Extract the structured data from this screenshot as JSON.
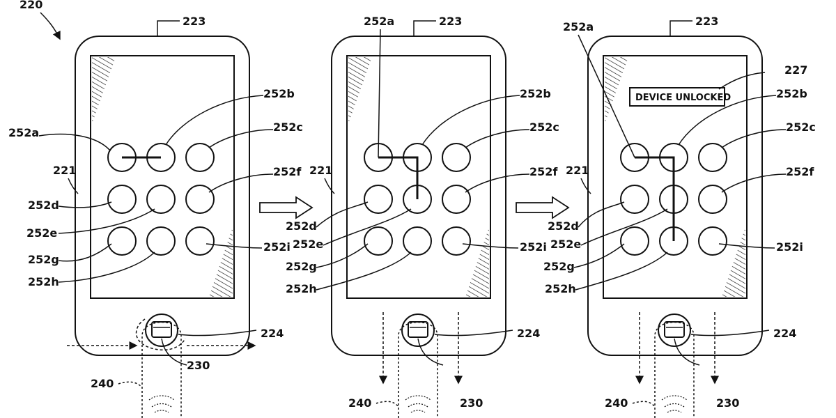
{
  "figure_ref": "220",
  "labels": {
    "housing": "223",
    "body": "221",
    "home_button": "224",
    "sensor": "230",
    "finger": "240",
    "banner_ref": "227",
    "dots": [
      "252a",
      "252b",
      "252c",
      "252d",
      "252e",
      "252f",
      "252g",
      "252h",
      "252i"
    ]
  },
  "banner_text": "DEVICE UNLOCKED",
  "panels": [
    {
      "index": 1,
      "path": [
        "a",
        "b"
      ],
      "banner": false,
      "finger": "horizontal"
    },
    {
      "index": 2,
      "path": [
        "a",
        "b",
        "e"
      ],
      "banner": false,
      "finger": "vertical"
    },
    {
      "index": 3,
      "path": [
        "a",
        "b",
        "e",
        "h"
      ],
      "banner": true,
      "finger": "vertical"
    }
  ],
  "colors": {
    "ink": "#111111",
    "paper": "#ffffff"
  }
}
